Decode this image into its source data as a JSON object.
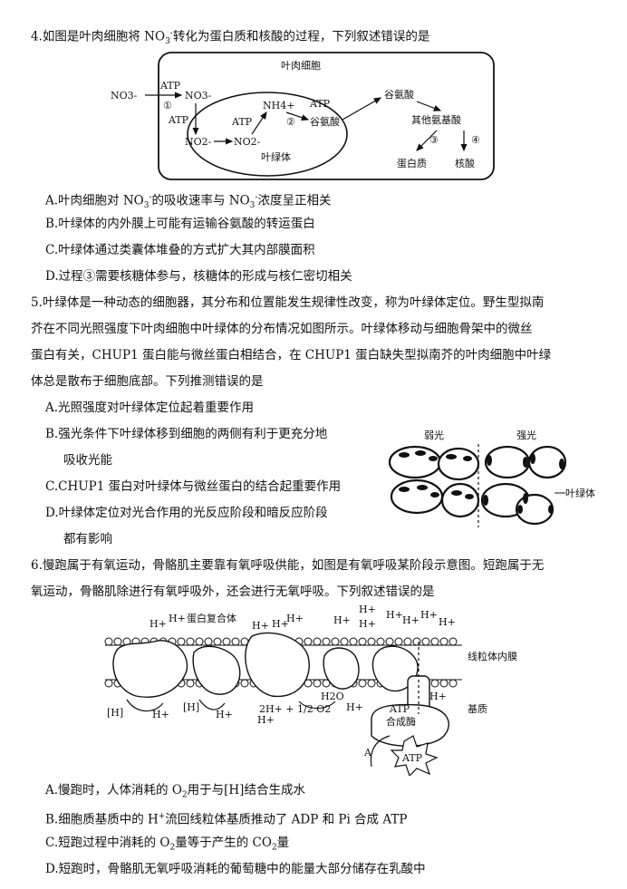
{
  "q4": {
    "stem_a": "4.如图是叶肉细胞将 NO",
    "stem_sub": "3",
    "stem_sup": "-",
    "stem_b": "转化为蛋白质和核酸的过程，下列叙述错误的是",
    "figure": {
      "cell_label": "叶肉细胞",
      "chloroplast_label": "叶绿体",
      "no3_left": "NO3-",
      "no3_right": "NO3-",
      "atp1": "ATP",
      "circle1": "①",
      "atp_down": "ATP",
      "no2_left": "NO2-",
      "no2_right": "NO2-",
      "atp_in": "ATP",
      "nh4": "NH4+",
      "atp2": "ATP",
      "circle2": "②",
      "glu_in": "谷氨酸",
      "glu_out": "谷氨酸",
      "other_aa": "其他氨基酸",
      "circle3": "③",
      "circle4": "④",
      "protein": "蛋白质",
      "nucleic": "核酸"
    },
    "options": [
      {
        "a": "A.叶肉细胞对 NO",
        "sub": "3",
        "sup": "-",
        "b": "的吸收速率与 NO",
        "sub2": "3",
        "sup2": "-",
        "c": "浓度呈正相关"
      },
      {
        "text": "B.叶绿体的内外膜上可能有运输谷氨酸的转运蛋白"
      },
      {
        "text": "C.叶绿体通过类囊体堆叠的方式扩大其内部膜面积"
      },
      {
        "text": "D.过程③需要核糖体参与，核糖体的形成与核仁密切相关"
      }
    ]
  },
  "q5": {
    "stem": [
      "5.叶绿体是一种动态的细胞器，其分布和位置能发生规律性改变，称为叶绿体定位。野生型拟南",
      "芥在不同光照强度下叶肉细胞中叶绿体的分布情况如图所示。叶绿体移动与细胞骨架中的微丝",
      "蛋白有关，CHUP1 蛋白能与微丝蛋白相结合，在 CHUP1 蛋白缺失型拟南芥的叶肉细胞中叶绿",
      "体总是散布于细胞底部。下列推测错误的是"
    ],
    "options": [
      "A.光照强度对叶绿体定位起着重要作用",
      "B.强光条件下叶绿体移到细胞的两侧有利于更充分地",
      "吸收光能",
      "C.CHUP1 蛋白对叶绿体与微丝蛋白的结合起重要作用",
      "D.叶绿体定位对光合作用的光反应阶段和暗反应阶段",
      "都有影响"
    ],
    "figure": {
      "weak": "弱光",
      "strong": "强光",
      "chloroplast": "叶绿体"
    }
  },
  "q6": {
    "stem": [
      "6.慢跑属于有氧运动，骨骼肌主要靠有氧呼吸供能，如图是有氧呼吸某阶段示意图。短跑属于无",
      "氧运动，骨骼肌除进行有氧呼吸外，还会进行无氧呼吸。下列叙述错误的是"
    ],
    "figure": {
      "protein_complex": "蛋白复合体",
      "membrane": "线粒体内膜",
      "matrix": "基质",
      "h_plus": "H+",
      "h_bracket": "[H]",
      "reaction": "2H+ + 1/2 O2",
      "water": "H2O",
      "atp_synthase_1": "ATP",
      "atp_synthase_2": "合成酶",
      "label_a": "A",
      "atp_burst": "ATP"
    },
    "options": [
      {
        "a": "A.慢跑时，人体消耗的 O",
        "sub": "2",
        "b": "用于与[H]结合生成水"
      },
      {
        "a": "B.细胞质基质中的 H",
        "sup": "+",
        "b": "流回线粒体基质推动了 ADP 和 Pi 合成 ATP"
      },
      {
        "a": "C.短跑过程中消耗的 O",
        "sub": "2",
        "b": "量等于产生的 CO",
        "sub2": "2",
        "c": "量"
      },
      {
        "text": "D.短跑时，骨骼肌无氧呼吸消耗的葡萄糖中的能量大部分储存在乳酸中"
      }
    ]
  }
}
